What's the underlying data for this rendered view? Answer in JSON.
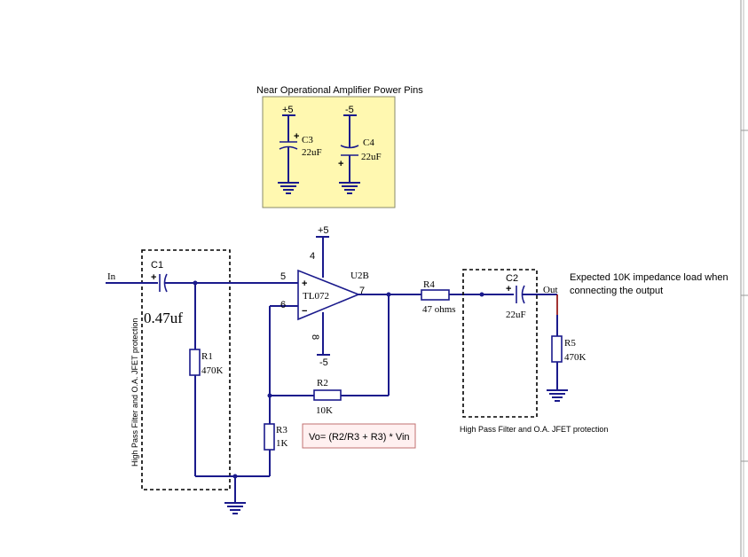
{
  "power_box": {
    "title": "Near Operational Amplifier Power Pins",
    "c3": {
      "ref": "C3",
      "value": "22uF",
      "rail": "+5"
    },
    "c4": {
      "ref": "C4",
      "value": "22uF",
      "rail": "-5"
    }
  },
  "input": {
    "label": "In"
  },
  "c1": {
    "ref": "C1",
    "value": "0.47uf"
  },
  "r1": {
    "ref": "R1",
    "value": "470K"
  },
  "r2": {
    "ref": "R2",
    "value": "10K"
  },
  "r3": {
    "ref": "R3",
    "value": "1K"
  },
  "r4": {
    "ref": "R4",
    "value": "47 ohms"
  },
  "r5": {
    "ref": "R5",
    "value": "470K"
  },
  "c2": {
    "ref": "C2",
    "value": "22uF"
  },
  "opamp": {
    "ref": "U2B",
    "part": "TL072",
    "pin_noninv": "5",
    "pin_inv": "6",
    "pin_out": "7",
    "pin_vplus": "4",
    "pin_vminus": "8",
    "rail_pos": "+5",
    "rail_neg": "-5"
  },
  "output": {
    "label": "Out"
  },
  "note_load": {
    "line1": "Expected 10K impedance load when",
    "line2": "connecting the output"
  },
  "formula": "Vo= (R2/R3 + R3) * Vin",
  "filter_label_left": "High Pass Filter and O.A. JFET protection",
  "filter_label_right": "High Pass Filter and O.A. JFET protection",
  "colors": {
    "wire": "#1a1a8c",
    "component": "#1a1a8c",
    "power_box_fill": "#fff8b0",
    "formula_fill": "#fff0f0",
    "formula_border": "#c07070",
    "pin_red": "#8b0000"
  }
}
